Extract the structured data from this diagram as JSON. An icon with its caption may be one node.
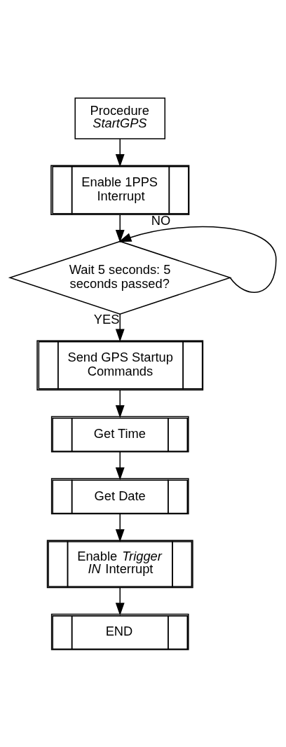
{
  "diagram": {
    "nodes": [
      {
        "text": [
          "Procedure *StartGPS*"
        ]
      },
      {
        "text": [
          "Enable 1PPS Interrupt"
        ]
      },
      {
        "text": [
          "Wait 5 seconds: 5 seconds passed?"
        ]
      },
      {
        "text": [
          "Send GPS Startup Commands"
        ]
      },
      {
        "text": [
          "Get Time"
        ]
      },
      {
        "text": [
          "Get Date"
        ]
      },
      {
        "text": [
          "Enable *Trigger IN* Interrupt"
        ]
      },
      {
        "text": [
          "END"
        ]
      }
    ],
    "edges": [
      {
        "from": 0,
        "to": 1,
        "arrow": "to"
      },
      {
        "from": 1,
        "to": 2,
        "arrow": "to"
      },
      {
        "from": 2,
        "to": 3,
        "arrow": "to",
        "label": "YES"
      },
      {
        "from": 2,
        "to": 2,
        "arrow": "to",
        "label": "NO"
      },
      {
        "from": 3,
        "to": 4,
        "arrow": "to"
      },
      {
        "from": 4,
        "to": 5,
        "arrow": "to"
      },
      {
        "from": 5,
        "to": 6,
        "arrow": "to"
      },
      {
        "from": 6,
        "to": 7,
        "arrow": "to"
      }
    ]
  }
}
